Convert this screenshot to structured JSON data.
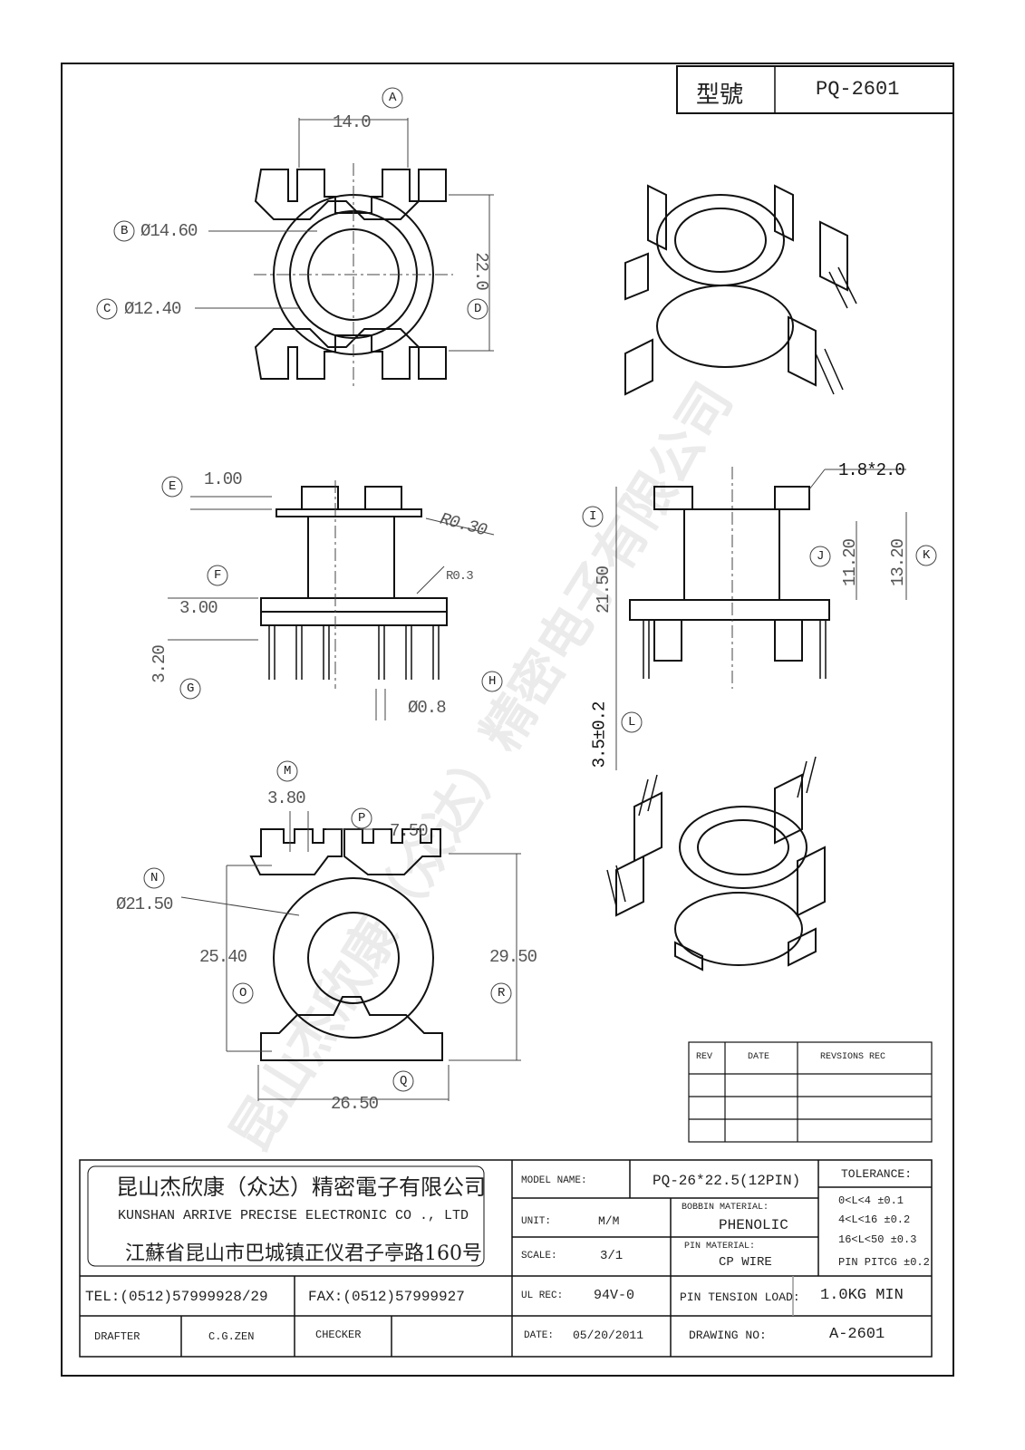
{
  "title_box": {
    "label": "型號",
    "part_no": "PQ-2601"
  },
  "dimensions": {
    "A": "14.0",
    "B": "Ø14.60",
    "C": "Ø12.40",
    "D": "22.0",
    "E": "1.00",
    "R1": "R0.30",
    "R2": "R0.3",
    "F": "3.00",
    "G": "3.20",
    "H": "Ø0.8",
    "slot": "1.8*2.0",
    "I": "21.50",
    "J": "11.20",
    "K": "13.20",
    "L": "3.5±0.2",
    "M": "3.80",
    "P": "7.50",
    "N": "Ø21.50",
    "O": "25.40",
    "R": "29.50",
    "Q": "26.50"
  },
  "callouts": [
    "A",
    "B",
    "C",
    "D",
    "E",
    "F",
    "G",
    "H",
    "I",
    "J",
    "K",
    "L",
    "M",
    "N",
    "O",
    "P",
    "Q",
    "R"
  ],
  "watermark": "昆山杰欣康（众达）精密电子有限公司",
  "revision_table": {
    "headers": [
      "REV",
      "DATE",
      "REVSIONS  REC"
    ],
    "rows": 3
  },
  "company": {
    "name_cn": "昆山杰欣康（众达）精密電子有限公司",
    "name_en": "KUNSHAN ARRIVE PRECISE ELECTRONIC CO ., LTD",
    "address": "江蘇省昆山市巴城镇正仪君子亭路160号",
    "tel": "TEL:(0512)57999928/29",
    "fax": "FAX:(0512)57999927"
  },
  "signoff": {
    "drafter_label": "DRAFTER",
    "drafter": "C.G.ZEN",
    "checker_label": "CHECKER",
    "checker": ""
  },
  "spec": {
    "model_name_label": "MODEL NAME:",
    "model_name": "PQ-26*22.5(12PIN)",
    "unit_label": "UNIT:",
    "unit": "M/M",
    "bobbin_material_label": "BOBBIN MATERIAL:",
    "bobbin_material": "PHENOLIC",
    "scale_label": "SCALE:",
    "scale": "3/1",
    "pin_material_label": "PIN MATERIAL:",
    "pin_material": "CP WIRE",
    "ul_label": "UL REC:",
    "ul": "94V-0",
    "pin_tension_label": "PIN TENSION LOAD:",
    "pin_tension": "1.0KG MIN",
    "date_label": "DATE:",
    "date": "05/20/2011",
    "drawing_no_label": "DRAWING NO:",
    "drawing_no": "A-2601"
  },
  "tolerance": {
    "label": "TOLERANCE:",
    "rows": [
      "0<L<4    ±0.1",
      "4<L<16   ±0.2",
      "16<L<50  ±0.3",
      "PIN PITCG ±0.2"
    ]
  }
}
